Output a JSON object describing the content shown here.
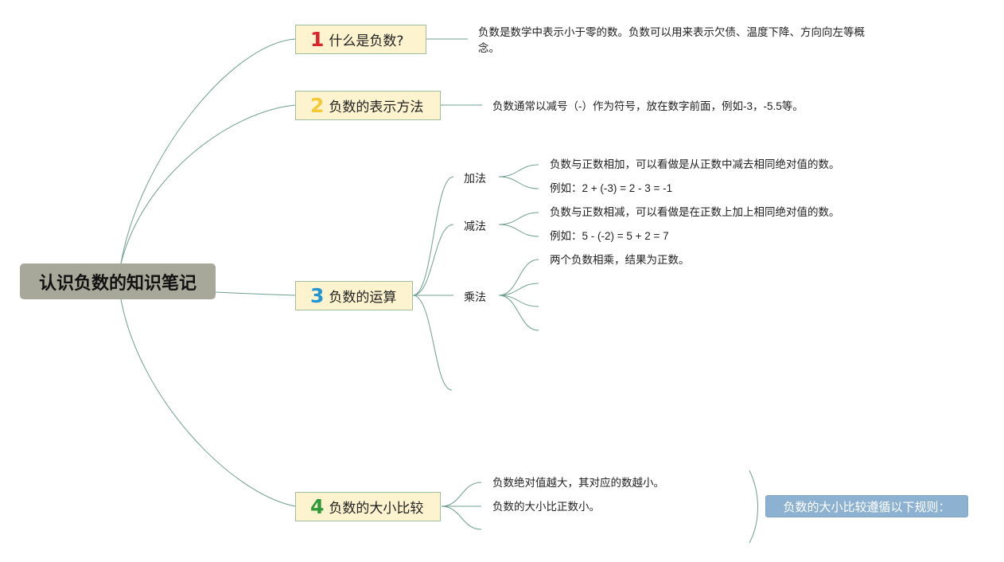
{
  "root": {
    "title": "认识负数的知识笔记"
  },
  "topics": [
    {
      "number": "1",
      "label": "什么是负数?"
    },
    {
      "number": "2",
      "label": "负数的表示方法"
    },
    {
      "number": "3",
      "label": "负数的运算"
    },
    {
      "number": "4",
      "label": "负数的大小比较"
    }
  ],
  "notes": {
    "definition": "负数是数学中表示小于零的数。负数可以用来表示欠债、温度下降、方向向左等概念。",
    "notation": "负数通常以减号（-）作为符号，放在数字前面，例如-3，-5.5等。"
  },
  "operations": {
    "addition": {
      "label": "加法",
      "desc": "负数与正数相加，可以看做是从正数中减去相同绝对值的数。",
      "example": "例如：2 + (-3) = 2 - 3 = -1"
    },
    "subtraction": {
      "label": "减法",
      "desc": "负数与正数相减，可以看做是在正数上加上相同绝对值的数。",
      "example": "例如：5 - (-2) = 5 + 2 = 7"
    },
    "multiplication": {
      "label": "乘法",
      "desc": "两个负数相乘，结果为正数。"
    }
  },
  "comparison": {
    "rule1": "负数绝对值越大，其对应的数越小。",
    "rule2": "负数的大小比正数小。",
    "callout": "负数的大小比较遵循以下规则："
  }
}
